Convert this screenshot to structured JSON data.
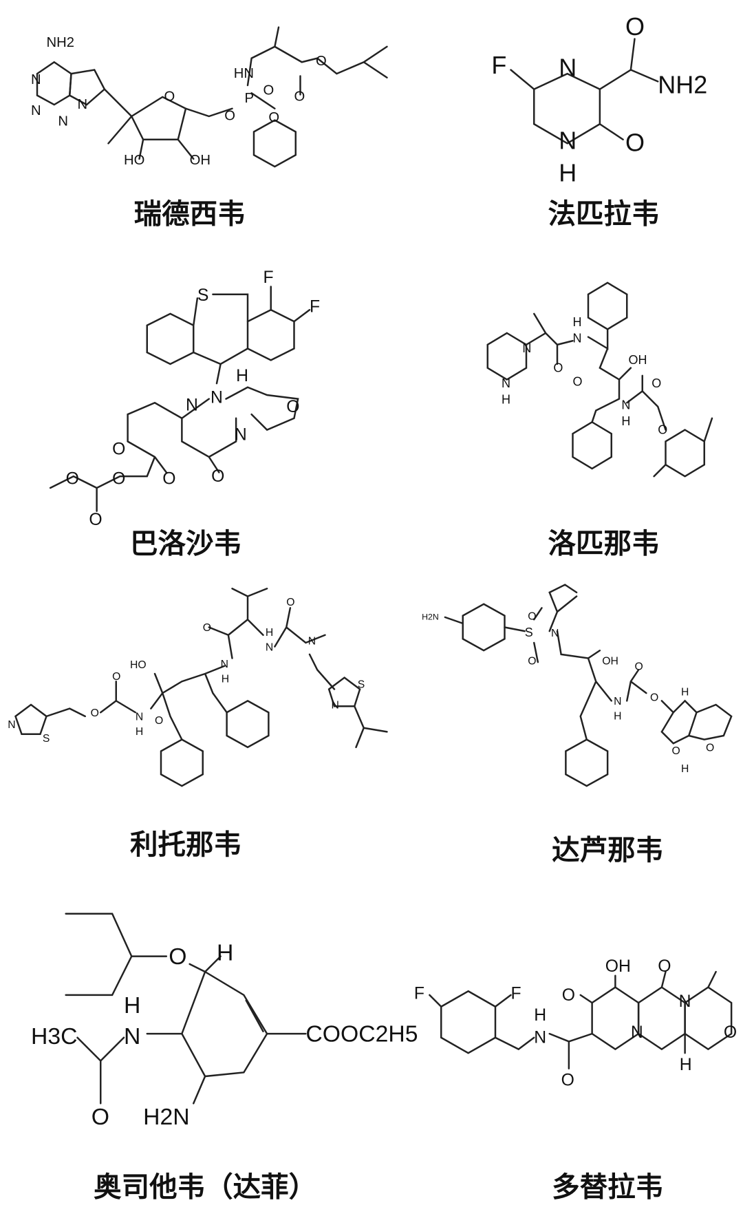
{
  "molecules": [
    {
      "name": "瑞德西韦",
      "atoms": [
        "NH2",
        "N",
        "N",
        "N",
        "N",
        "O",
        "HN",
        "P",
        "O",
        "O",
        "O",
        "O",
        "HO",
        "OH",
        "O"
      ]
    },
    {
      "name": "法匹拉韦",
      "atoms": [
        "F",
        "N",
        "O",
        "NH2",
        "N",
        "H",
        "O"
      ]
    },
    {
      "name": "巴洛沙韦",
      "atoms": [
        "S",
        "F",
        "F",
        "N",
        "N",
        "H",
        "O",
        "N",
        "O",
        "O",
        "O",
        "O",
        "O",
        "O"
      ]
    },
    {
      "name": "洛匹那韦",
      "atoms": [
        "N",
        "N",
        "H",
        "O",
        "N",
        "H",
        "O",
        "OH",
        "N",
        "H",
        "O",
        "O"
      ]
    },
    {
      "name": "利托那韦",
      "atoms": [
        "HO",
        "N",
        "H",
        "O",
        "N",
        "H",
        "O",
        "N",
        "N",
        "S",
        "N",
        "S",
        "O",
        "O",
        "N",
        "H",
        "O"
      ]
    },
    {
      "name": "达芦那韦",
      "atoms": [
        "H2N",
        "S",
        "O",
        "O",
        "N",
        "OH",
        "N",
        "H",
        "O",
        "O",
        "H",
        "H",
        "O",
        "O"
      ]
    },
    {
      "name": "奥司他韦（达菲）",
      "atoms": [
        "O",
        "H",
        "H",
        "N",
        "H3C",
        "O",
        "COOC2H5",
        "H2N"
      ]
    },
    {
      "name": "多替拉韦",
      "atoms": [
        "F",
        "F",
        "H",
        "N",
        "O",
        "OH",
        "O",
        "N",
        "N",
        "O",
        "O",
        "H"
      ]
    }
  ]
}
